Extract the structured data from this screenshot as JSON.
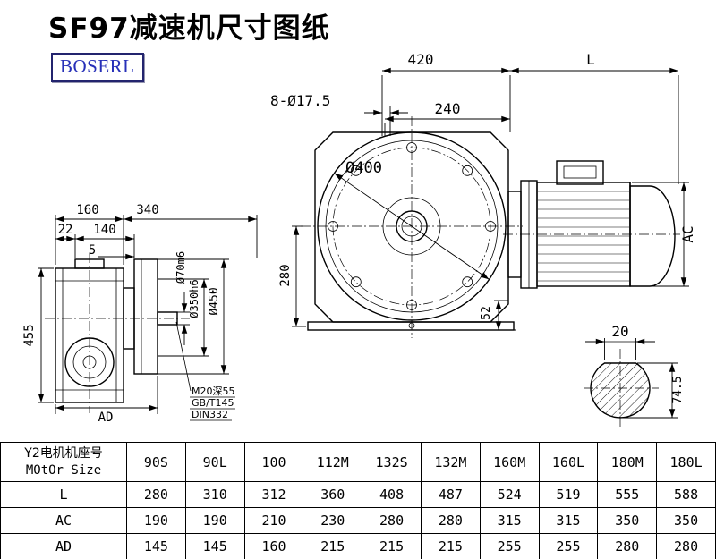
{
  "page": {
    "title": "SF97减速机尺寸图纸",
    "logo_text": "BOSERL"
  },
  "drawing": {
    "top": {
      "dim_420": "420",
      "dim_L": "L",
      "bolt_holes": "8-Ø17.5",
      "dim_240": "240"
    },
    "front": {
      "dia_400": "Ø400",
      "dim_280": "280",
      "dim_52": "52"
    },
    "side": {
      "dim_160": "160",
      "dim_340": "340",
      "dim_22": "22",
      "dim_140": "140",
      "dim_5": "5",
      "dim_455": "455",
      "dim_AD": "AD",
      "dia_70": "Ø70m6",
      "dia_350": "Ø350h6",
      "dia_450": "Ø450",
      "note_line1": "M20深55",
      "note_line2": "GB/T145",
      "note_line3": "DIN332"
    },
    "motor": {
      "dim_AC": "AC"
    },
    "section": {
      "dim_20": "20",
      "dim_74_5": "74.5"
    }
  },
  "table": {
    "corner_line1": "Y2电机机座号",
    "corner_line2": "MOtOr Size",
    "columns": [
      "90S",
      "90L",
      "100",
      "112M",
      "132S",
      "132M",
      "160M",
      "160L",
      "180M",
      "180L"
    ],
    "rows": [
      {
        "label": "L",
        "values": [
          "280",
          "310",
          "312",
          "360",
          "408",
          "487",
          "524",
          "519",
          "555",
          "588"
        ]
      },
      {
        "label": "AC",
        "values": [
          "190",
          "190",
          "210",
          "230",
          "280",
          "280",
          "315",
          "315",
          "350",
          "350"
        ]
      },
      {
        "label": "AD",
        "values": [
          "145",
          "145",
          "160",
          "215",
          "215",
          "215",
          "255",
          "255",
          "280",
          "280"
        ]
      }
    ]
  }
}
